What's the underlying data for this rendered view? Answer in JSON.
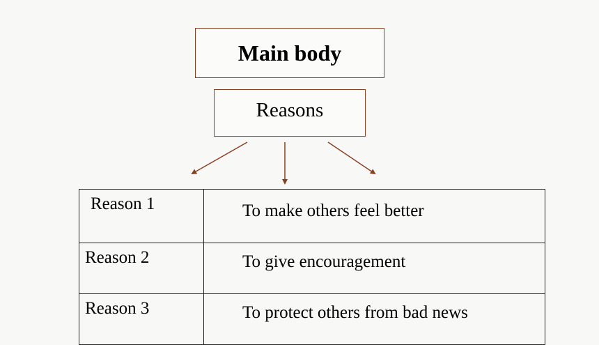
{
  "diagram": {
    "main_title": "Main body",
    "subtitle": "Reasons",
    "rows": [
      {
        "label": "Reason 1",
        "text": "To make others feel better"
      },
      {
        "label": "Reason 2",
        "text": "To give encouragement"
      },
      {
        "label": "Reason 3",
        "text": "To protect others from bad news"
      }
    ],
    "colors": {
      "box_border": "#8b3f22",
      "arrow": "#8b3f22",
      "table_border": "#222222",
      "background": "#f8f8f6"
    }
  }
}
